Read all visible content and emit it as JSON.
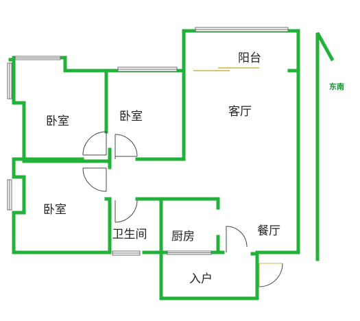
{
  "rooms": {
    "bedroom_1": "卧室",
    "bedroom_2": "卧室",
    "bedroom_3": "卧室",
    "balcony": "阳台",
    "living_room": "客厅",
    "bathroom": "卫生间",
    "kitchen": "厨房",
    "dining_room": "餐厅",
    "entrance": "入户"
  },
  "compass": {
    "label": "东南"
  },
  "colors": {
    "wall": "#22b23a",
    "window": "#6b6b6b",
    "door": "#444444",
    "sliding_door": "#c9b24a"
  }
}
